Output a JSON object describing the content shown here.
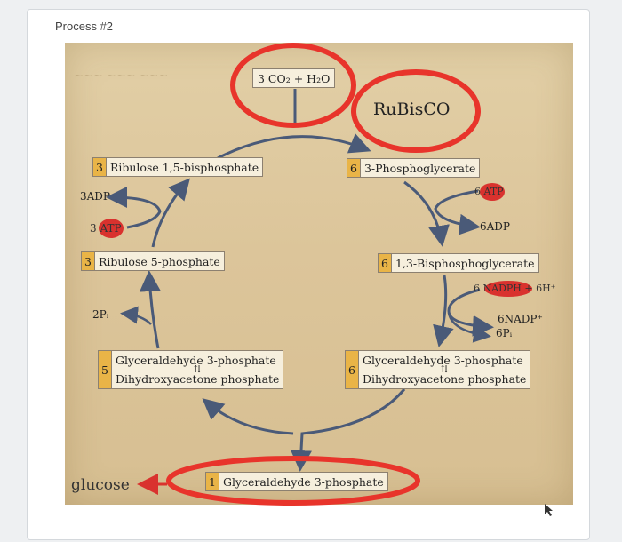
{
  "heading": "Process #2",
  "rubisco": "RuBisCO",
  "top_input": "3 CO₂ + H₂O",
  "nodes": {
    "rubp": {
      "count": "3",
      "name": "Ribulose 1,5-bisphosphate"
    },
    "pga": {
      "count": "6",
      "name": "3-Phosphoglycerate"
    },
    "bpg": {
      "count": "6",
      "name": "1,3-Bisphosphoglycerate"
    },
    "r5p": {
      "count": "3",
      "name": "Ribulose 5-phosphate"
    },
    "g3p_left": {
      "count": "5",
      "line1": "Glyceraldehyde 3-phosphate",
      "line2": "Dihydroxyacetone phosphate"
    },
    "g3p_right": {
      "count": "6",
      "line1": "Glyceraldehyde 3-phosphate",
      "line2": "Dihydroxyacetone phosphate"
    },
    "output": {
      "count": "1",
      "name": "Glyceraldehyde 3-phosphate"
    }
  },
  "equilibrium": "⇅",
  "labels": {
    "adp_left": "3ADP",
    "atp_left": "3 ATP",
    "pi_left": "2Pᵢ",
    "atp_right": "6 ATP",
    "adp_right": "6ADP",
    "nadph": "6 NADPH + 6H⁺",
    "nadp": "6NADP⁺",
    "pi_right": "6Pᵢ",
    "glucose": "glucose"
  }
}
